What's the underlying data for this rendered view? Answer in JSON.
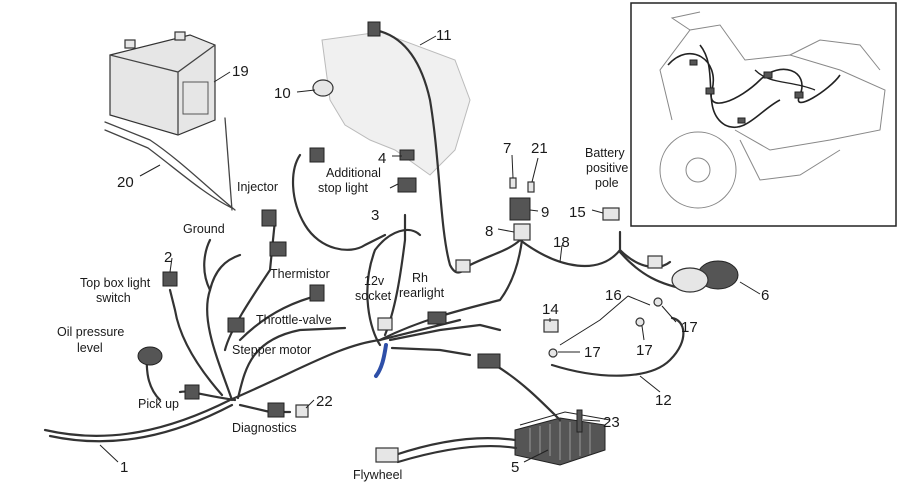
{
  "callouts": [
    {
      "id": "c1",
      "text": "1"
    },
    {
      "id": "c2",
      "text": "2"
    },
    {
      "id": "c3",
      "text": "3"
    },
    {
      "id": "c4",
      "text": "4"
    },
    {
      "id": "c5",
      "text": "5"
    },
    {
      "id": "c6",
      "text": "6"
    },
    {
      "id": "c7",
      "text": "7"
    },
    {
      "id": "c8",
      "text": "8"
    },
    {
      "id": "c9",
      "text": "9"
    },
    {
      "id": "c10",
      "text": "10"
    },
    {
      "id": "c11",
      "text": "11"
    },
    {
      "id": "c12",
      "text": "12"
    },
    {
      "id": "c14",
      "text": "14"
    },
    {
      "id": "c15",
      "text": "15"
    },
    {
      "id": "c16",
      "text": "16"
    },
    {
      "id": "c17a",
      "text": "17"
    },
    {
      "id": "c17b",
      "text": "17"
    },
    {
      "id": "c17c",
      "text": "17"
    },
    {
      "id": "c18",
      "text": "18"
    },
    {
      "id": "c19",
      "text": "19"
    },
    {
      "id": "c20",
      "text": "20"
    },
    {
      "id": "c21",
      "text": "21"
    },
    {
      "id": "c22",
      "text": "22"
    },
    {
      "id": "c23",
      "text": "23"
    }
  ],
  "labels": {
    "injector": "Injector",
    "additional_stop_light_1": "Additional",
    "additional_stop_light_2": "stop light",
    "ground": "Ground",
    "thermistor": "Thermistor",
    "top_box_light_1": "Top box light",
    "top_box_light_2": "switch",
    "throttle_valve": "Throttle-valve",
    "socket_1": "12v",
    "socket_2": "socket",
    "rh_rearlight_1": "Rh",
    "rh_rearlight_2": "rearlight",
    "oil_pressure_1": "Oil pressure",
    "oil_pressure_2": "level",
    "stepper_motor": "Stepper motor",
    "pick_up": "Pick up",
    "diagnostics": "Diagnostics",
    "flywheel": "Flywheel",
    "battery_pole_1": "Battery",
    "battery_pole_2": "positive",
    "battery_pole_3": "pole"
  },
  "colors": {
    "highlight_connector": "#2e4fa8"
  }
}
